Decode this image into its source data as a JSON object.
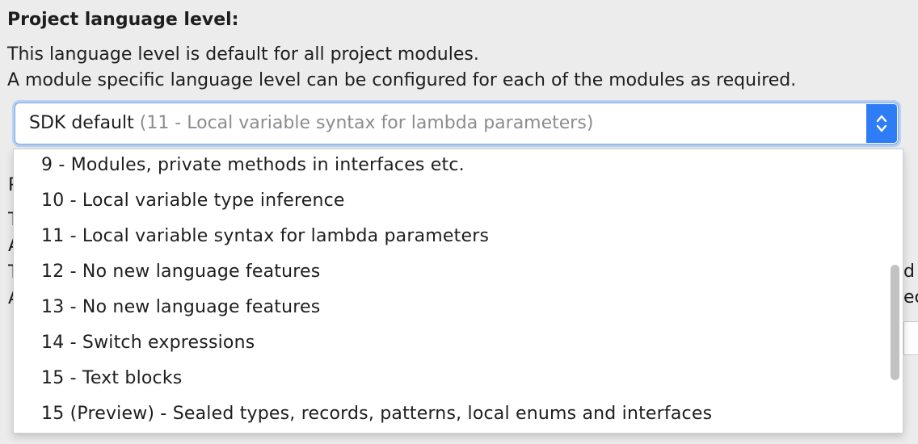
{
  "section": {
    "heading": "Project language level:",
    "description_line1": "This language level is default for all project modules.",
    "description_line2": "A module specific language level can be configured for each of the modules as required."
  },
  "combo": {
    "value": "SDK default",
    "hint": "(11 - Local variable syntax for lambda parameters)",
    "arrow_icon": "up-down-chevron-icon",
    "accent_color": "#2f7df6"
  },
  "background_peek": {
    "left_chars": [
      "P",
      "T",
      "A",
      "T",
      "A"
    ],
    "right_chars": [
      "d",
      "ec"
    ]
  },
  "dropdown": {
    "options": [
      "9 - Modules, private methods in interfaces etc.",
      "10 - Local variable type inference",
      "11 - Local variable syntax for lambda parameters",
      "12 - No new language features",
      "13 - No new language features",
      "14 - Switch expressions",
      "15 - Text blocks",
      "15 (Preview) - Sealed types, records, patterns, local enums and interfaces"
    ]
  }
}
